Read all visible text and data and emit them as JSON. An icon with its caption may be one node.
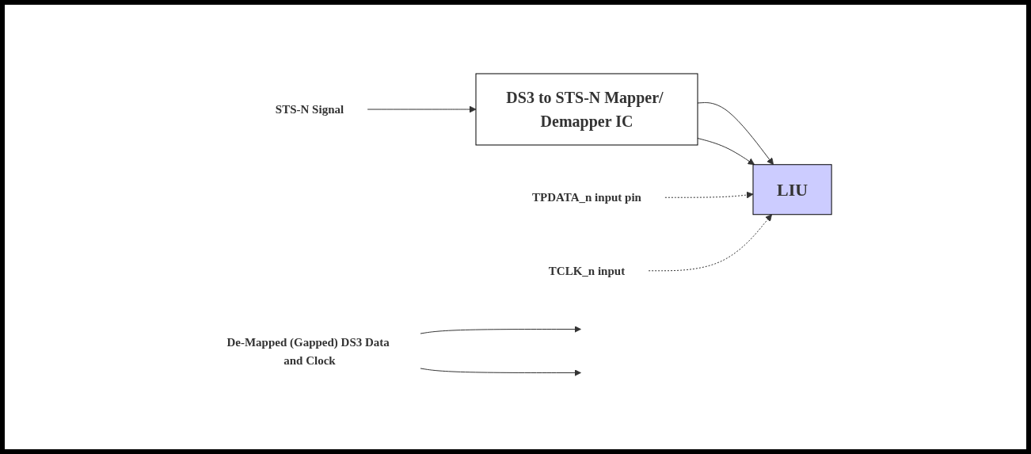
{
  "diagram": {
    "nodes": [
      {
        "text": [
          "STS-N Signal"
        ]
      },
      {
        "text": [
          "DS3 to STS-N Mapper/ Demapper IC"
        ]
      },
      {
        "text": [
          "De-Mapped (Gapped) DS3 Data and Clock"
        ]
      },
      {
        "text": [
          "TPDATA_n input pin"
        ]
      },
      {
        "text": [
          "LIU"
        ]
      },
      {
        "text": [
          "TCLK_n input"
        ]
      }
    ],
    "edges": [
      {
        "from": 0,
        "to": 1,
        "arrow": "to"
      },
      {
        "from": 1,
        "to": 4,
        "arrow": "to"
      },
      {
        "from": 1,
        "to": 4,
        "arrow": "to"
      },
      {
        "from": 2,
        "to": null,
        "arrow": "to"
      },
      {
        "from": 2,
        "to": null,
        "arrow": "to"
      },
      {
        "from": 3,
        "to": 4,
        "arrow": "to",
        "style": "dashed"
      },
      {
        "from": 5,
        "to": 4,
        "arrow": "to",
        "style": "dashed"
      }
    ]
  }
}
